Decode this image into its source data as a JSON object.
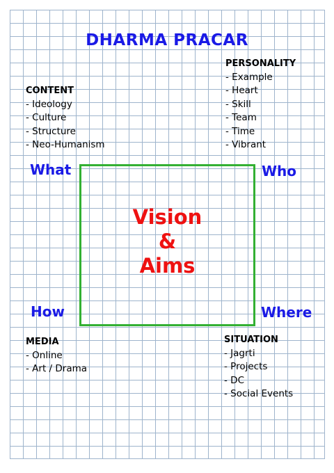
{
  "title": "DHARMA PRACAR",
  "center": {
    "line1": "Vision",
    "line2": "&",
    "line3": "Aims"
  },
  "corners": {
    "top_left": "What",
    "top_right": "Who",
    "bottom_left": "How",
    "bottom_right": "Where"
  },
  "content": {
    "heading": "CONTENT",
    "items": [
      "Ideology",
      "Culture",
      "Structure",
      "Neo-Humanism"
    ]
  },
  "personality": {
    "heading": "PERSONALITY",
    "items": [
      "Example",
      "Heart",
      "Skill",
      "Team",
      "Time",
      "Vibrant"
    ]
  },
  "media": {
    "heading": "MEDIA",
    "items": [
      "Online",
      "Art / Drama"
    ]
  },
  "situation": {
    "heading": "SITUATION",
    "items": [
      "Jagrti",
      "Projects",
      "DC",
      "Social Events"
    ]
  },
  "colors": {
    "title": "#1a1ae6",
    "corner_labels": "#1a1ae6",
    "center_text": "#ee1111",
    "center_box_border": "#33b033",
    "grid_lines": "#9eb4cc"
  }
}
